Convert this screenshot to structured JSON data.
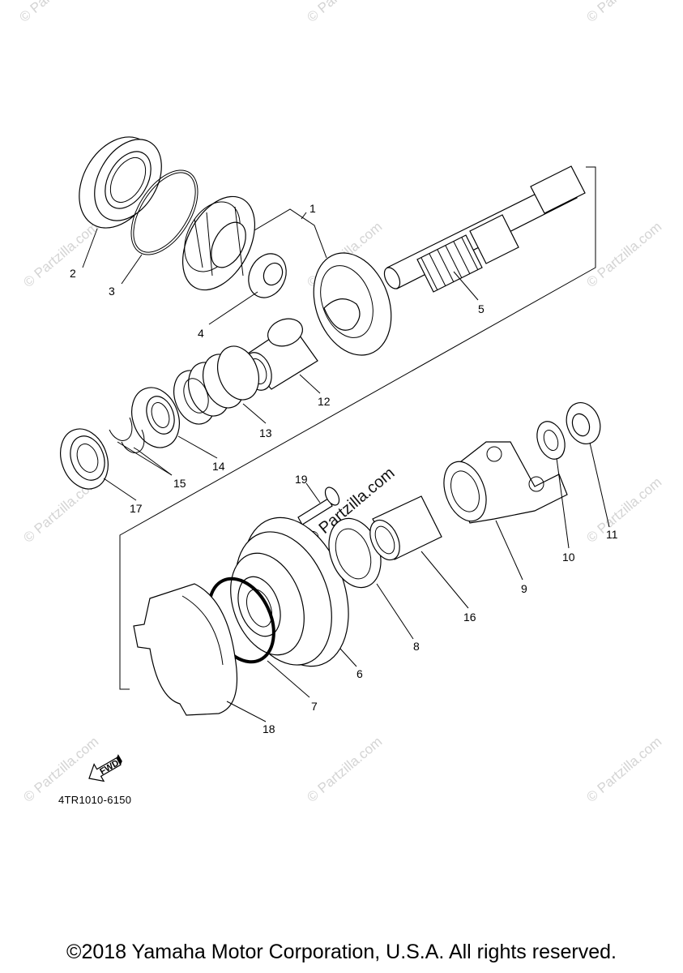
{
  "callouts": [
    "1",
    "2",
    "3",
    "4",
    "5",
    "6",
    "7",
    "8",
    "9",
    "10",
    "11",
    "12",
    "13",
    "14",
    "15",
    "16",
    "17",
    "18",
    "19"
  ],
  "fwd_label": "FWD",
  "diagram_code": "4TR1010-6150",
  "copyright": "©2018 Yamaha Motor Corporation, U.S.A. All rights reserved.",
  "watermark": "© Partzilla.com"
}
